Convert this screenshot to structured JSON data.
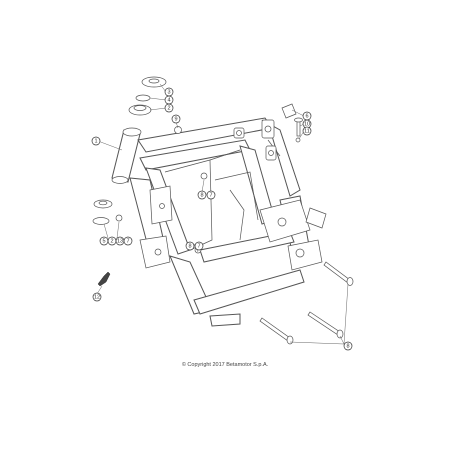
{
  "callouts": [
    "1",
    "2",
    "3",
    "4",
    "5",
    "6",
    "7",
    "8",
    "9",
    "10",
    "11",
    "12",
    "13"
  ],
  "copyright": "© Copyright 2017 Betamotor S.p.A.",
  "colors": {
    "line": "#555555",
    "background": "#ffffff"
  }
}
